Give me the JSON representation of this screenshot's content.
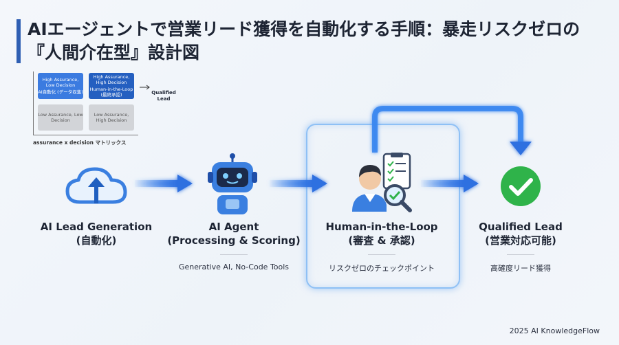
{
  "title": {
    "line1": "AIエージェントで営業リード獲得を自動化する手順：暴走リスクゼロの",
    "line2": "『人間介在型』設計図"
  },
  "matrix": {
    "top_left": {
      "label": "High Assurance, Low Decision",
      "sub": "AI自動化 (データ収集)"
    },
    "top_right": {
      "label": "High Assurance, High Decision",
      "sub": "Human-in-the-Loop (最終承認)"
    },
    "bottom_left": {
      "label": "Low Assurance, Low Decision"
    },
    "bottom_right": {
      "label": "Low Assurance, High Decision"
    },
    "output_label": "Qualified Lead",
    "caption": "assurance x decision マトリックス"
  },
  "steps": [
    {
      "title": "AI Lead Generation",
      "subtitle": "(自動化)",
      "description": "",
      "icon": "cloud-upload-icon"
    },
    {
      "title": "AI Agent",
      "subtitle": "(Processing & Scoring)",
      "description": "Generative AI, No-Code Tools",
      "icon": "robot-icon"
    },
    {
      "title": "Human-in-the-Loop",
      "subtitle": "(審査 & 承認)",
      "description": "リスクゼロのチェックポイント",
      "icon": "reviewer-icon"
    },
    {
      "title": "Qualified Lead",
      "subtitle": "(営業対応可能)",
      "description": "高確度リード獲得",
      "icon": "check-circle-icon"
    }
  ],
  "colors": {
    "accent": "#2f5fb3",
    "flow": "#3a86ef",
    "glow": "#8ec0f5",
    "success": "#2fb34a"
  },
  "credit": "2025 AI KnowledgeFlow"
}
